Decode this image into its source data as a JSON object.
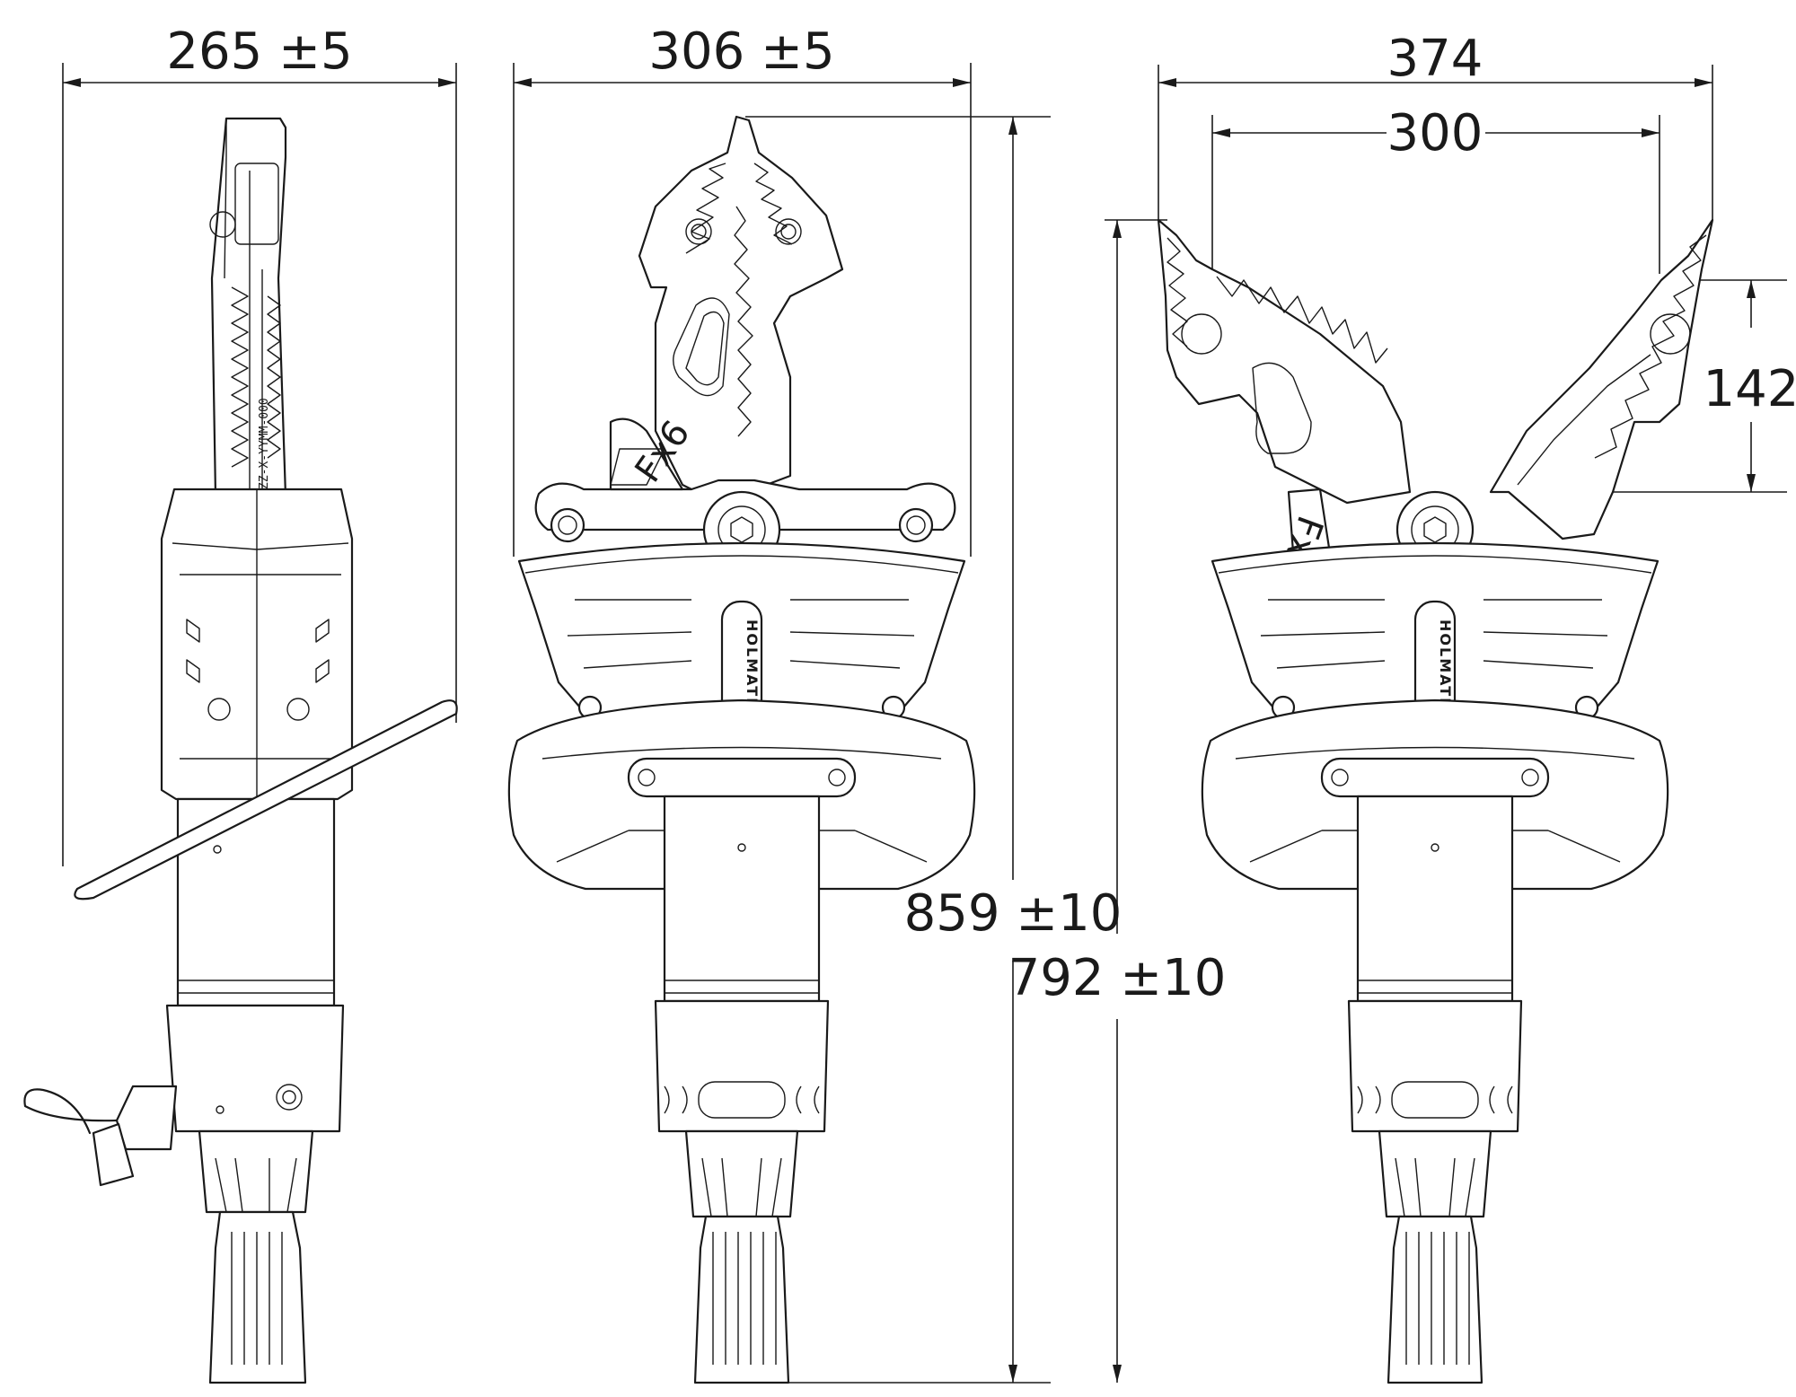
{
  "dimensions": {
    "side_width": "265 ±5",
    "front_width": "306 ±5",
    "open_width_outer": "374",
    "open_width_inner": "300",
    "tip_height": "142",
    "closed_length": "859 ±10",
    "open_length": "792 ±10"
  },
  "labels": {
    "model_badge": "Fx6",
    "brand": "HOLMATRO-TEC",
    "part_code": "ZZ-X-YYMM-000"
  },
  "colors": {
    "ink": "#1a1a1a",
    "paper": "#ffffff"
  }
}
